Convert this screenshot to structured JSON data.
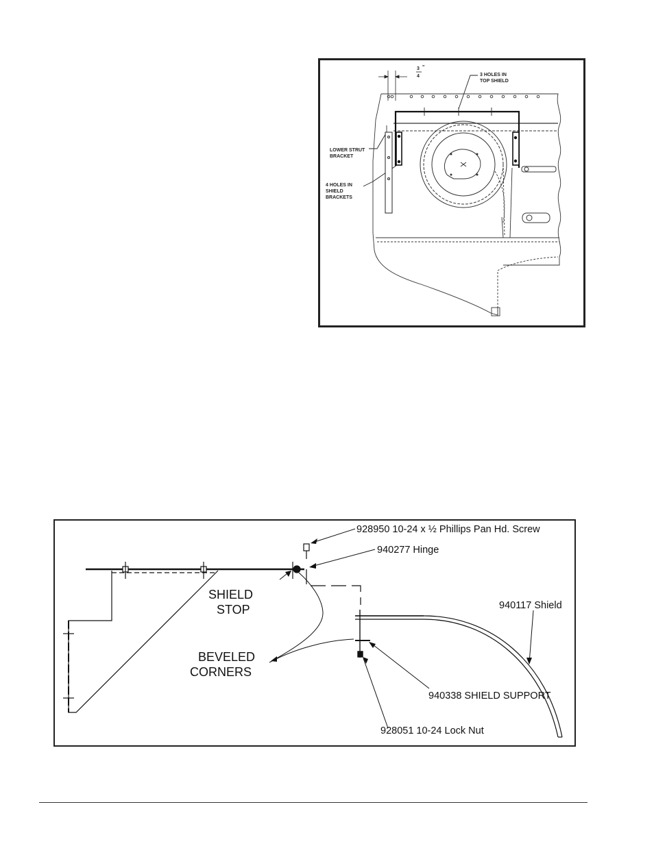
{
  "figure_top": {
    "dimension_label_numerator": "3",
    "dimension_label_denominator": "4",
    "dimension_label_unit": "\"",
    "label_top_shield_line1": "3 HOLES IN",
    "label_top_shield_line2": "TOP SHIELD",
    "label_strut_line1": "LOWER STRUT",
    "label_strut_line2": "BRACKET",
    "label_holes_line1": "4 HOLES IN",
    "label_holes_line2": "SHIELD",
    "label_holes_line3": "BRACKETS"
  },
  "figure_bottom": {
    "label_screw": "928950 10-24 x ½ Phillips Pan Hd. Screw",
    "label_hinge": "940277 Hinge",
    "label_shield": "940117 Shield",
    "label_shield_stop_line1": "SHIELD",
    "label_shield_stop_line2": "STOP",
    "label_beveled_line1": "BEVELED",
    "label_beveled_line2": "CORNERS",
    "label_support": "940338 SHIELD SUPPORT",
    "label_locknut": "928051 10-24 Lock Nut"
  }
}
